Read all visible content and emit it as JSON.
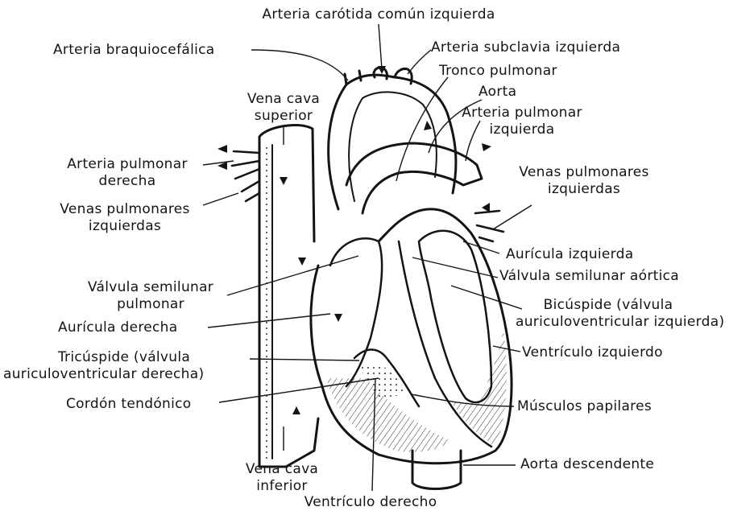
{
  "labels": {
    "carotida": "Arteria carótida común izquierda",
    "braquiocefalica": "Arteria braquiocefálica",
    "subclavia": "Arteria subclavia izquierda",
    "tronco_pulmonar": "Tronco pulmonar",
    "aorta": "Aorta",
    "vena_cava_superior_1": "Vena cava",
    "vena_cava_superior_2": "superior",
    "arteria_pulmonar_izq_1": "Arteria pulmonar",
    "arteria_pulmonar_izq_2": "izquierda",
    "arteria_pulmonar_der_1": "Arteria pulmonar",
    "arteria_pulmonar_der_2": "derecha",
    "venas_pulmonares_der_1": "Venas pulmonares",
    "venas_pulmonares_der_2": "izquierdas",
    "venas_pulmonares_izq_1": "Venas pulmonares",
    "venas_pulmonares_izq_2": "izquierdas",
    "auricula_izquierda": "Aurícula izquierda",
    "valvula_semilunar_aortica": "Válvula semilunar aórtica",
    "valvula_semilunar_pulmonar_1": "Válvula semilunar",
    "valvula_semilunar_pulmonar_2": "pulmonar",
    "bicuspide_1": "Bicúspide (válvula",
    "bicuspide_2": "auriculoventricular izquierda)",
    "auricula_derecha": "Aurícula derecha",
    "tricuspide_1": "Tricúspide (válvula",
    "tricuspide_2": "auriculoventricular derecha)",
    "ventriculo_izquierdo": "Ventrículo izquierdo",
    "cordon_tendonico": "Cordón tendónico",
    "musculos_papilares": "Músculos papilares",
    "aorta_descendente": "Aorta descendente",
    "vena_cava_inferior_1": "Vena cava",
    "vena_cava_inferior_2": "inferior",
    "ventriculo_derecho": "Ventrículo derecho"
  },
  "colors": {
    "ink": "#141414",
    "paper": "#ffffff",
    "shade": "#1a1a1a"
  }
}
